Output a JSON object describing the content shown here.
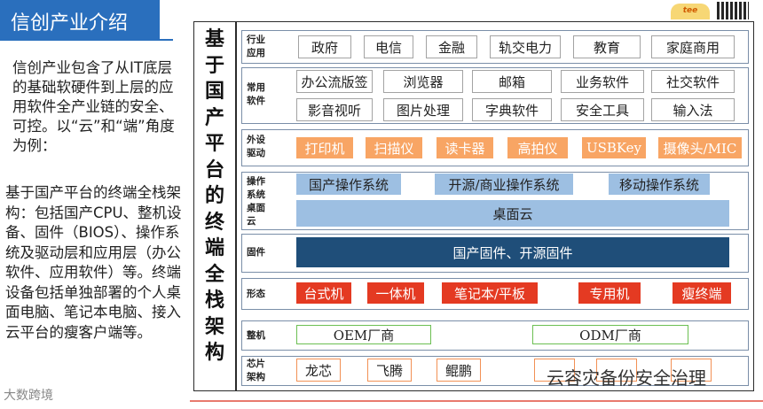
{
  "slide": {
    "title": "信创产业介绍",
    "intro": "信创产业包含了从IT底层的基础软硬件到上层的应用软件全产业链的安全、可控。以“云”和“端”角度为例：",
    "description": "基于国产平台的终端全栈架构：包括国产CPU、整机设备、固件（BIOS）、操作系统及驱动层和应用层（办公软件、应用软件）等。终端设备包括单独部署的个人桌面电脑、笔记本电脑、接入云平台的瘦客户端等。"
  },
  "diagram": {
    "vertical_title": "基于国产平台的终端全栈架构",
    "rows": {
      "industry_apps": {
        "label": "行业应用",
        "items": [
          "政府",
          "电信",
          "金融",
          "轨交电力",
          "教育",
          "家庭商用"
        ]
      },
      "common_software": {
        "label": "常用软件",
        "items_row1": [
          "办公流版签",
          "浏览器",
          "邮箱",
          "业务软件",
          "社交软件"
        ],
        "items_row2": [
          "影音视听",
          "图片处理",
          "字典软件",
          "安全工具",
          "输入法"
        ]
      },
      "peripherals": {
        "label": "外设驱动",
        "items": [
          "打印机",
          "扫描仪",
          "读卡器",
          "高拍仪",
          "USBKey",
          "摄像头/MIC"
        ]
      },
      "os_cloud": {
        "label": "操作系统桌面云",
        "items": [
          "国产操作系统",
          "开源/商业操作系统",
          "移动操作系统"
        ],
        "desktop_cloud": "桌面云"
      },
      "firmware": {
        "label": "固件",
        "content": "国产固件、开源固件"
      },
      "form": {
        "label": "形态",
        "items": [
          "台式机",
          "一体机",
          "笔记本/平板",
          "专用机",
          "瘦终端"
        ]
      },
      "machine": {
        "label": "整机",
        "items": [
          "OEM厂商",
          "ODM厂商"
        ]
      },
      "chip": {
        "label": "芯片架构",
        "items": [
          "龙芯",
          "飞腾",
          "鲲鹏"
        ]
      }
    }
  },
  "watermarks": {
    "right": "云容灾备份安全治理",
    "left": "大数跨境"
  },
  "logo_text": "tee",
  "colors": {
    "title_bg": "#2a6fbd",
    "orange": "#f8a564",
    "blue": "#9dbfe2",
    "navy": "#1f4e79",
    "red": "#e43a22",
    "green": "#6cbf52"
  }
}
